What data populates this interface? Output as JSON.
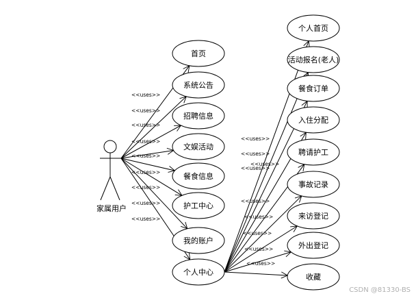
{
  "actor": {
    "label": "家属用户"
  },
  "use_cases_left": [
    {
      "id": "home",
      "label": "首页"
    },
    {
      "id": "notice",
      "label": "系统公告"
    },
    {
      "id": "recruit",
      "label": "招聘信息"
    },
    {
      "id": "entertain",
      "label": "文娱活动"
    },
    {
      "id": "meal-info",
      "label": "餐食信息"
    },
    {
      "id": "care-center",
      "label": "护工中心"
    },
    {
      "id": "my-account",
      "label": "我的账户"
    },
    {
      "id": "personal-center",
      "label": "个人中心"
    }
  ],
  "use_cases_right": [
    {
      "id": "profile-home",
      "label": "个人首页"
    },
    {
      "id": "activity-signup",
      "label": "活动报名(老人)"
    },
    {
      "id": "meal-order",
      "label": "餐食订单"
    },
    {
      "id": "checkin-assign",
      "label": "入住分配"
    },
    {
      "id": "hire-carer",
      "label": "聘请护工"
    },
    {
      "id": "accident-record",
      "label": "事故记录"
    },
    {
      "id": "visit-register",
      "label": "来访登记"
    },
    {
      "id": "outing-register",
      "label": "外出登记"
    },
    {
      "id": "favorites",
      "label": "收藏"
    }
  ],
  "relation_label": "<<uses>>",
  "watermark": "CSDN @81330-BS"
}
